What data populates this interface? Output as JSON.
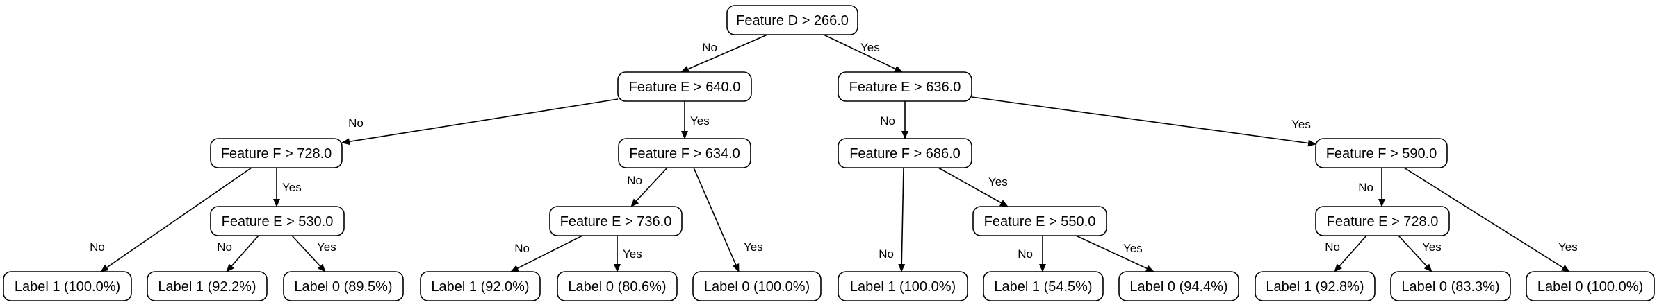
{
  "tree": {
    "nodes": [
      {
        "id": "n0",
        "label": "Feature D > 266.0"
      },
      {
        "id": "n1",
        "label": "Feature E > 640.0"
      },
      {
        "id": "n2",
        "label": "Feature E > 636.0"
      },
      {
        "id": "n3",
        "label": "Feature F > 728.0"
      },
      {
        "id": "n4",
        "label": "Feature F > 634.0"
      },
      {
        "id": "n5",
        "label": "Feature F > 686.0"
      },
      {
        "id": "n6",
        "label": "Feature F > 590.0"
      },
      {
        "id": "n7",
        "label": "Feature E > 530.0"
      },
      {
        "id": "n8",
        "label": "Feature E > 736.0"
      },
      {
        "id": "n9",
        "label": "Feature E > 550.0"
      },
      {
        "id": "n10",
        "label": "Feature E > 728.0"
      },
      {
        "id": "l0",
        "label": "Label 1 (100.0%)"
      },
      {
        "id": "l1",
        "label": "Label 1 (92.2%)"
      },
      {
        "id": "l2",
        "label": "Label 0 (89.5%)"
      },
      {
        "id": "l3",
        "label": "Label 1 (92.0%)"
      },
      {
        "id": "l4",
        "label": "Label 0 (80.6%)"
      },
      {
        "id": "l5",
        "label": "Label 0 (100.0%)"
      },
      {
        "id": "l6",
        "label": "Label 1 (100.0%)"
      },
      {
        "id": "l7",
        "label": "Label 1 (54.5%)"
      },
      {
        "id": "l8",
        "label": "Label 0 (94.4%)"
      },
      {
        "id": "l9",
        "label": "Label 1 (92.8%)"
      },
      {
        "id": "l10",
        "label": "Label 0 (83.3%)"
      },
      {
        "id": "l11",
        "label": "Label 0 (100.0%)"
      }
    ],
    "edges": [
      {
        "from": "n0",
        "to": "n1",
        "label": "No"
      },
      {
        "from": "n0",
        "to": "n2",
        "label": "Yes"
      },
      {
        "from": "n1",
        "to": "n3",
        "label": "No"
      },
      {
        "from": "n1",
        "to": "n4",
        "label": "Yes"
      },
      {
        "from": "n2",
        "to": "n5",
        "label": "No"
      },
      {
        "from": "n2",
        "to": "n6",
        "label": "Yes"
      },
      {
        "from": "n3",
        "to": "l0",
        "label": "No"
      },
      {
        "from": "n3",
        "to": "n7",
        "label": "Yes"
      },
      {
        "from": "n7",
        "to": "l1",
        "label": "No"
      },
      {
        "from": "n7",
        "to": "l2",
        "label": "Yes"
      },
      {
        "from": "n4",
        "to": "n8",
        "label": "No"
      },
      {
        "from": "n4",
        "to": "l5",
        "label": "Yes"
      },
      {
        "from": "n8",
        "to": "l3",
        "label": "No"
      },
      {
        "from": "n8",
        "to": "l4",
        "label": "Yes"
      },
      {
        "from": "n5",
        "to": "l6",
        "label": "No"
      },
      {
        "from": "n5",
        "to": "n9",
        "label": "Yes"
      },
      {
        "from": "n9",
        "to": "l7",
        "label": "No"
      },
      {
        "from": "n9",
        "to": "l8",
        "label": "Yes"
      },
      {
        "from": "n6",
        "to": "n10",
        "label": "No"
      },
      {
        "from": "n6",
        "to": "l11",
        "label": "Yes"
      },
      {
        "from": "n10",
        "to": "l9",
        "label": "No"
      },
      {
        "from": "n10",
        "to": "l10",
        "label": "Yes"
      }
    ]
  }
}
